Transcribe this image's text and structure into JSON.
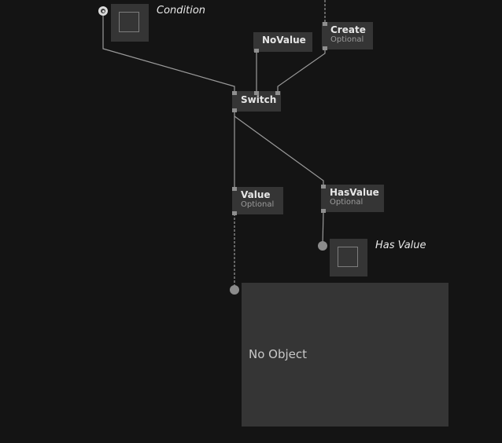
{
  "nodes": {
    "switch": {
      "title": "Switch"
    },
    "novalue": {
      "title": "NoValue"
    },
    "create": {
      "title": "Create",
      "subtitle": "Optional"
    },
    "value": {
      "title": "Value",
      "subtitle": "Optional"
    },
    "hasvalue": {
      "title": "HasValue",
      "subtitle": "Optional"
    }
  },
  "io": {
    "condition": {
      "label": "Condition"
    },
    "has_value": {
      "label": "Has Value"
    }
  },
  "object_field": {
    "text": "No Object"
  },
  "colors": {
    "background": "#141414",
    "node": "#353535",
    "wire": "#9a9a9a",
    "pin": "#8f8f8f"
  }
}
